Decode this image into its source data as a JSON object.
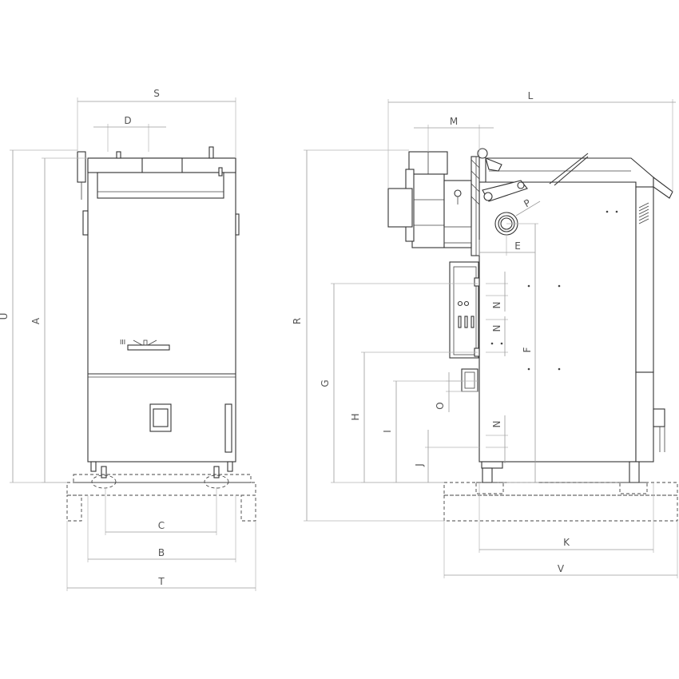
{
  "diagram": {
    "front_view": {
      "dimensions": {
        "S": "S",
        "D": "D",
        "U": "U",
        "A": "A",
        "C": "C",
        "B": "B",
        "T": "T"
      },
      "panel_label": "III"
    },
    "side_view": {
      "dimensions": {
        "L": "L",
        "M": "M",
        "P": "P",
        "E": "E",
        "R": "R",
        "F": "F",
        "G": "G",
        "H": "H",
        "I": "I",
        "J": "J",
        "O": "O",
        "N1": "N",
        "N2": "N",
        "N3": "N",
        "K": "K",
        "V": "V"
      }
    }
  },
  "colors": {
    "line": "#333333",
    "dimension": "#9a9a9a",
    "label": "#555555"
  }
}
